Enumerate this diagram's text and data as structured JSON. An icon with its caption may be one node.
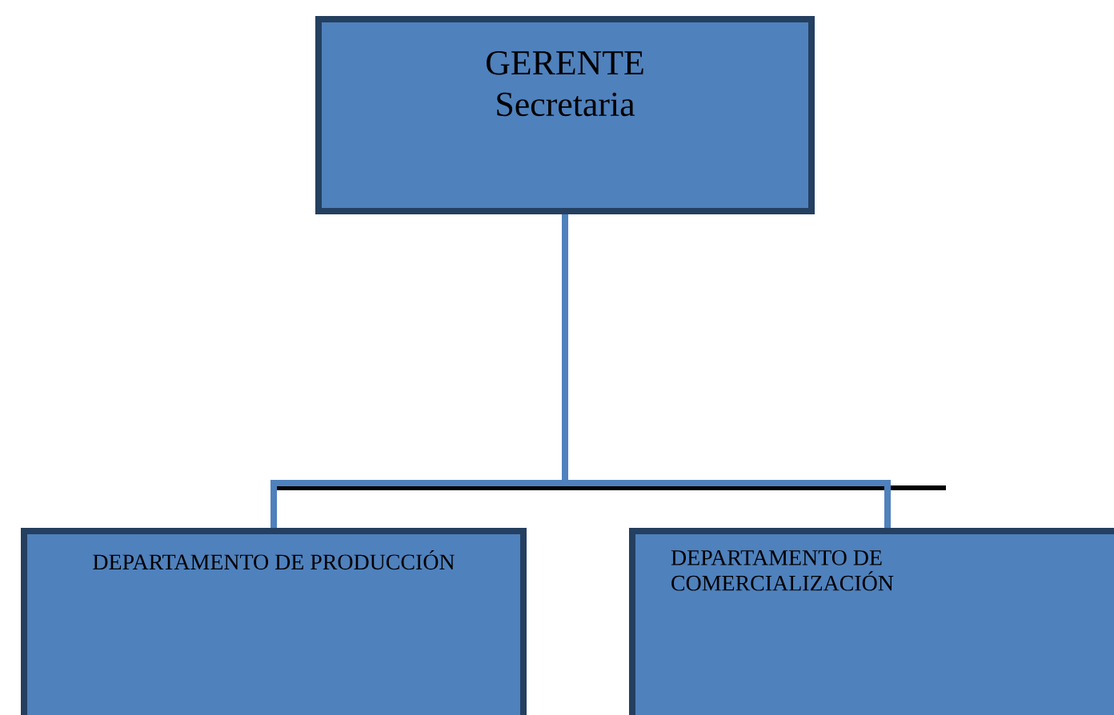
{
  "diagram": {
    "nodes": [
      {
        "text": [
          "GERENTE",
          "Secretaria"
        ]
      },
      {
        "text": [
          "DEPARTAMENTO DE PRODUCCIÓN"
        ]
      },
      {
        "text": [
          "DEPARTAMENTO DE COMERCIALIZACIÓN"
        ]
      }
    ],
    "edges": [
      {
        "from": 0,
        "to": 1,
        "arrow": "none"
      },
      {
        "from": 0,
        "to": 2,
        "arrow": "none"
      }
    ]
  }
}
